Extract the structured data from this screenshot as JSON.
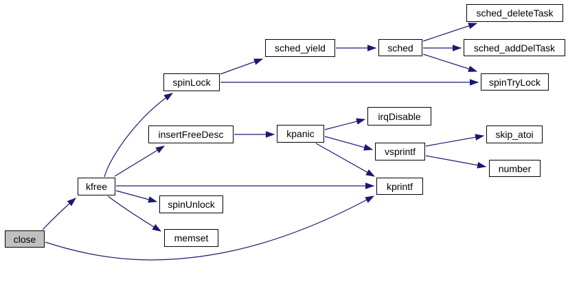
{
  "diagram": {
    "type": "call-graph",
    "root_function": "close",
    "colors": {
      "edge": "#191970",
      "node_border": "#000000",
      "node_bg": "#ffffff",
      "current_node_bg": "#c0c0c0",
      "text": "#000000",
      "canvas_bg": "#ffffff"
    },
    "nodes": {
      "close": {
        "label": "close",
        "current": true
      },
      "kfree": {
        "label": "kfree"
      },
      "spinUnlock": {
        "label": "spinUnlock"
      },
      "memset": {
        "label": "memset"
      },
      "insertFreeDesc": {
        "label": "insertFreeDesc"
      },
      "spinLock": {
        "label": "spinLock"
      },
      "sched_yield": {
        "label": "sched_yield"
      },
      "sched": {
        "label": "sched"
      },
      "sched_deleteTask": {
        "label": "sched_deleteTask"
      },
      "sched_addDelTask": {
        "label": "sched_addDelTask"
      },
      "spinTryLock": {
        "label": "spinTryLock"
      },
      "kpanic": {
        "label": "kpanic"
      },
      "irqDisable": {
        "label": "irqDisable"
      },
      "vsprintf": {
        "label": "vsprintf"
      },
      "skip_atoi": {
        "label": "skip_atoi"
      },
      "number": {
        "label": "number"
      },
      "kprintf": {
        "label": "kprintf"
      }
    },
    "edges": [
      {
        "from": "close",
        "to": "kfree"
      },
      {
        "from": "close",
        "to": "kprintf"
      },
      {
        "from": "kfree",
        "to": "spinLock"
      },
      {
        "from": "kfree",
        "to": "insertFreeDesc"
      },
      {
        "from": "kfree",
        "to": "kprintf"
      },
      {
        "from": "kfree",
        "to": "spinUnlock"
      },
      {
        "from": "kfree",
        "to": "memset"
      },
      {
        "from": "spinLock",
        "to": "sched_yield"
      },
      {
        "from": "spinLock",
        "to": "spinTryLock"
      },
      {
        "from": "sched_yield",
        "to": "sched"
      },
      {
        "from": "sched",
        "to": "sched_deleteTask"
      },
      {
        "from": "sched",
        "to": "sched_addDelTask"
      },
      {
        "from": "sched",
        "to": "spinTryLock"
      },
      {
        "from": "insertFreeDesc",
        "to": "kpanic"
      },
      {
        "from": "kpanic",
        "to": "irqDisable"
      },
      {
        "from": "kpanic",
        "to": "vsprintf"
      },
      {
        "from": "kpanic",
        "to": "kprintf"
      },
      {
        "from": "vsprintf",
        "to": "skip_atoi"
      },
      {
        "from": "vsprintf",
        "to": "number"
      }
    ]
  }
}
